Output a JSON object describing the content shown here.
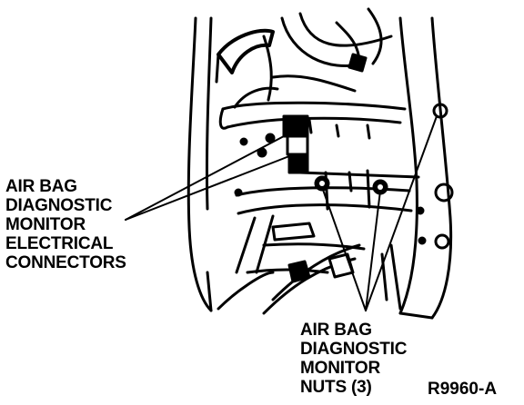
{
  "figure": {
    "background": "#ffffff",
    "ink": "#000000",
    "code": "R9960-A"
  },
  "callouts": {
    "connectors": {
      "lines": [
        "AIR BAG",
        "DIAGNOSTIC",
        "MONITOR",
        "ELECTRICAL",
        "CONNECTORS"
      ]
    },
    "nuts": {
      "lines": [
        "AIR BAG",
        "DIAGNOSTIC",
        "MONITOR",
        "NUTS (3)"
      ]
    }
  }
}
